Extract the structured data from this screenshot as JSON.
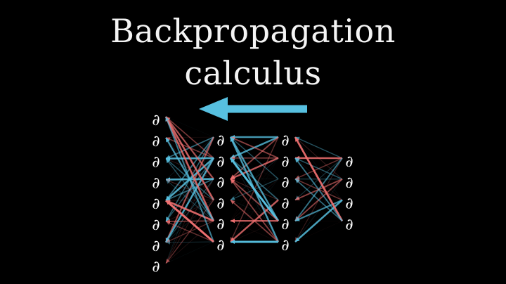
{
  "title": {
    "line1": "Backpropagation",
    "line2": "calculus"
  },
  "node_symbol": "∂",
  "layers": [
    {
      "node_count": 8
    },
    {
      "node_count": 6
    },
    {
      "node_count": 6
    },
    {
      "node_count": 4
    }
  ],
  "arrow": {
    "direction": "left",
    "color": "#57c0e0"
  },
  "colors": {
    "background": "#000000",
    "text": "#ffffff",
    "positive_edge": "#57c0e0",
    "negative_edge": "#f07070"
  }
}
